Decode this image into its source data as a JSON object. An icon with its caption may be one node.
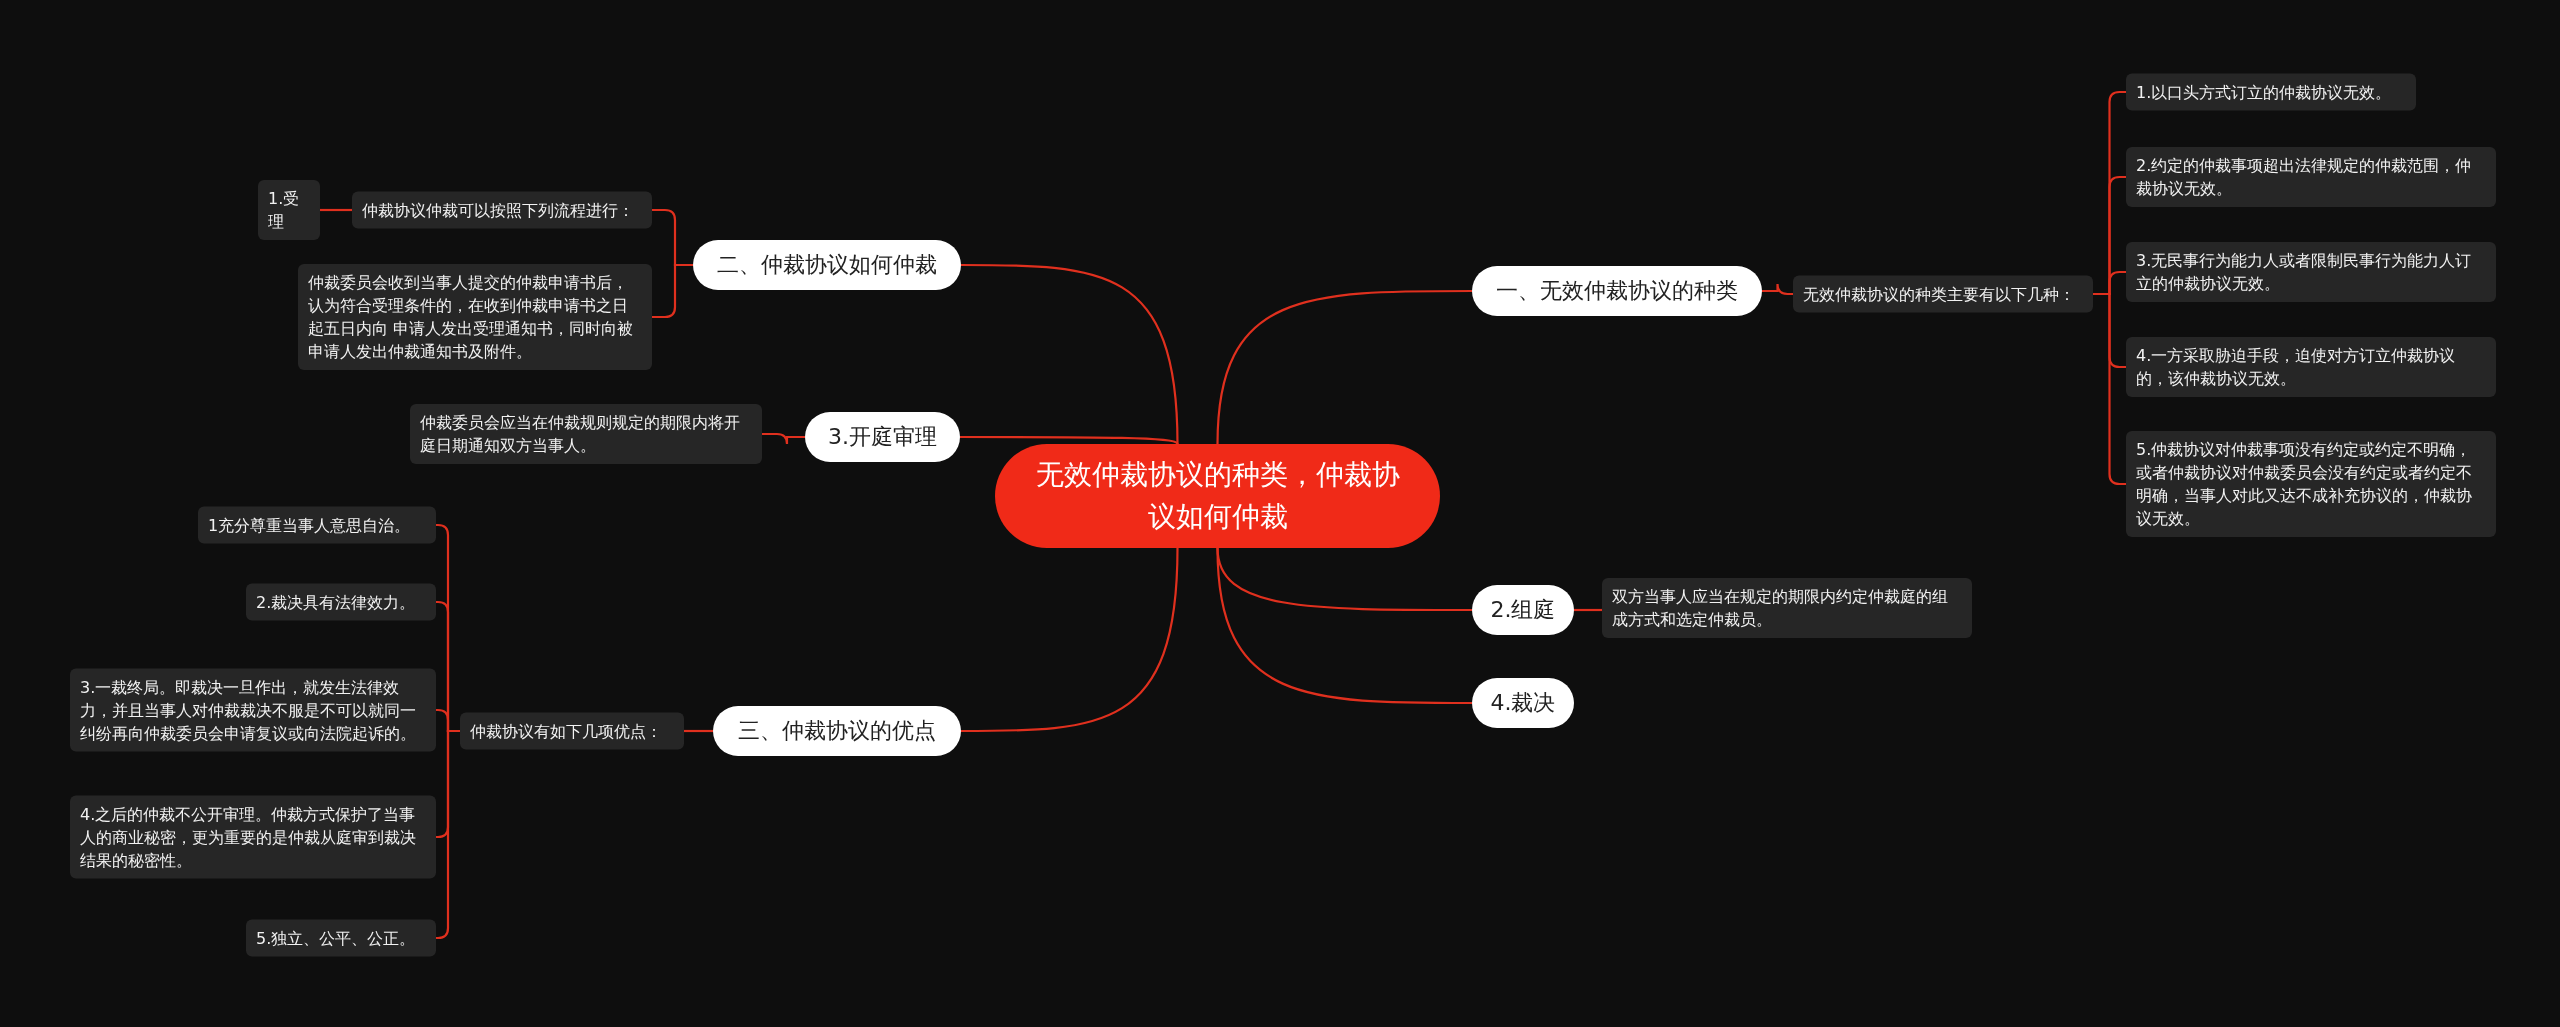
{
  "diagram": {
    "nodes": [
      {
        "text": [
          "无效仲裁协议的种类，仲裁协议如何仲裁"
        ]
      },
      {
        "text": [
          "一、无效仲裁协议的种类"
        ]
      },
      {
        "text": [
          "无效仲裁协议的种类主要有以下几种："
        ]
      },
      {
        "text": [
          "1.以口头方式订立的仲裁协议无效。"
        ]
      },
      {
        "text": [
          "2.约定的仲裁事项超出法律规定的仲裁范围，仲裁协议无效。"
        ]
      },
      {
        "text": [
          "3.无民事行为能力人或者限制民事行为能力人订立的仲裁协议无效。"
        ]
      },
      {
        "text": [
          "4.一方采取胁迫手段，迫使对方订立仲裁协议的，该仲裁协议无效。"
        ]
      },
      {
        "text": [
          "5.仲裁协议对仲裁事项没有约定或约定不明确，或者仲裁协议对仲裁委员会没有约定或者约定不明确，当事人对此又达不成补充协议的，仲裁协议无效。"
        ]
      },
      {
        "text": [
          "二、仲裁协议如何仲裁"
        ]
      },
      {
        "text": [
          "仲裁协议仲裁可以按照下列流程进行："
        ]
      },
      {
        "text": [
          "1.受理"
        ]
      },
      {
        "text": [
          "仲裁委员会收到当事人提交的仲裁申请书后，认为符合受理条件的，在收到仲裁申请书之日起五日内向 申请人发出受理通知书，同时向被申请人发出仲裁通知书及附件。"
        ]
      },
      {
        "text": [
          "3.开庭审理"
        ]
      },
      {
        "text": [
          "仲裁委员会应当在仲裁规则规定的期限内将开庭日期通知双方当事人。"
        ]
      },
      {
        "text": [
          "2.组庭"
        ]
      },
      {
        "text": [
          "双方当事人应当在规定的期限内约定仲裁庭的组成方式和选定仲裁员。"
        ]
      },
      {
        "text": [
          "4.裁决"
        ]
      },
      {
        "text": [
          "三、仲裁协议的优点"
        ]
      },
      {
        "text": [
          "仲裁协议有如下几项优点："
        ]
      },
      {
        "text": [
          "1充分尊重当事人意思自治。"
        ]
      },
      {
        "text": [
          "2.裁决具有法律效力。"
        ]
      },
      {
        "text": [
          "3.一裁终局。即裁决一旦作出，就发生法律效力，并且当事人对仲裁裁决不服是不可以就同一纠纷再向仲裁委员会申请复议或向法院起诉的。"
        ]
      },
      {
        "text": [
          "4.之后的仲裁不公开审理。仲裁方式保护了当事人的商业秘密，更为重要的是仲裁从庭审到裁决结果的秘密性。"
        ]
      },
      {
        "text": [
          "5.独立、公平、公正。"
        ]
      }
    ],
    "edges": [
      {
        "from": 0,
        "to": 1,
        "arrow": "none"
      },
      {
        "from": 1,
        "to": 2,
        "arrow": "none"
      },
      {
        "from": 2,
        "to": 3,
        "arrow": "none"
      },
      {
        "from": 2,
        "to": 4,
        "arrow": "none"
      },
      {
        "from": 2,
        "to": 5,
        "arrow": "none"
      },
      {
        "from": 2,
        "to": 6,
        "arrow": "none"
      },
      {
        "from": 2,
        "to": 7,
        "arrow": "none"
      },
      {
        "from": 0,
        "to": 8,
        "arrow": "none"
      },
      {
        "from": 8,
        "to": 9,
        "arrow": "none"
      },
      {
        "from": 9,
        "to": 10,
        "arrow": "none"
      },
      {
        "from": 8,
        "to": 11,
        "arrow": "none"
      },
      {
        "from": 0,
        "to": 12,
        "arrow": "none"
      },
      {
        "from": 12,
        "to": 13,
        "arrow": "none"
      },
      {
        "from": 0,
        "to": 14,
        "arrow": "none"
      },
      {
        "from": 14,
        "to": 15,
        "arrow": "none"
      },
      {
        "from": 0,
        "to": 16,
        "arrow": "none"
      },
      {
        "from": 0,
        "to": 17,
        "arrow": "none"
      },
      {
        "from": 17,
        "to": 18,
        "arrow": "none"
      },
      {
        "from": 18,
        "to": 19,
        "arrow": "none"
      },
      {
        "from": 18,
        "to": 20,
        "arrow": "none"
      },
      {
        "from": 18,
        "to": 21,
        "arrow": "none"
      },
      {
        "from": 18,
        "to": 22,
        "arrow": "none"
      },
      {
        "from": 18,
        "to": 23,
        "arrow": "none"
      }
    ]
  }
}
